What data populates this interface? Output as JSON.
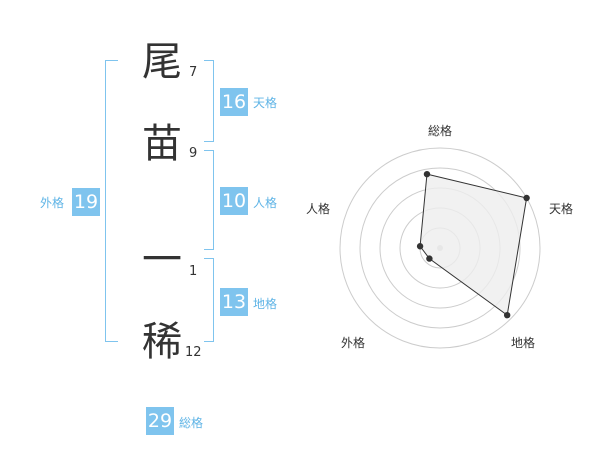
{
  "colors": {
    "accent": "#7fc4ee",
    "accent_text": "#5fb4e6",
    "grid": "#cccccc",
    "line": "#333333",
    "fill": "#eeeeee"
  },
  "name_characters": [
    {
      "char": "尾",
      "strokes": "7"
    },
    {
      "char": "苗",
      "strokes": "9"
    },
    {
      "char": "一",
      "strokes": "1"
    },
    {
      "char": "稀",
      "strokes": "12"
    }
  ],
  "scores": {
    "tenkaku": {
      "value": "16",
      "label": "天格"
    },
    "jinkaku": {
      "value": "10",
      "label": "人格"
    },
    "chikaku": {
      "value": "13",
      "label": "地格"
    },
    "gaikaku": {
      "value": "19",
      "label": "外格"
    },
    "soukaku": {
      "value": "29",
      "label": "総格"
    }
  },
  "chart_data": {
    "type": "radar",
    "axes": [
      "総格",
      "天格",
      "地格",
      "外格",
      "人格"
    ],
    "values": [
      0.75,
      1.0,
      0.95,
      0.15,
      0.2
    ],
    "rings": 5
  }
}
